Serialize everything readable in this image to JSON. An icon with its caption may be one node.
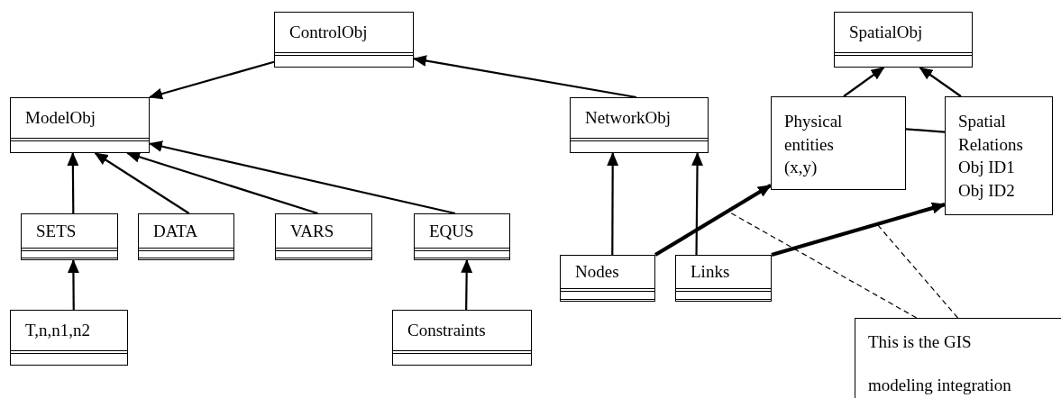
{
  "diagram": {
    "nodes": [
      {
        "text": [
          "ControlObj"
        ]
      },
      {
        "text": [
          "SpatialObj"
        ]
      },
      {
        "text": [
          "ModelObj"
        ]
      },
      {
        "text": [
          "NetworkObj"
        ]
      },
      {
        "text": [
          "Physical entities (x,y)"
        ]
      },
      {
        "text": [
          "Spatial Relations",
          "Obj ID1 Obj ID2"
        ]
      },
      {
        "text": [
          "SETS"
        ]
      },
      {
        "text": [
          "DATA"
        ]
      },
      {
        "text": [
          "VARS"
        ]
      },
      {
        "text": [
          "EQUS"
        ]
      },
      {
        "text": [
          "Nodes"
        ]
      },
      {
        "text": [
          "Links"
        ]
      },
      {
        "text": [
          "T,n,n1,n2"
        ]
      },
      {
        "text": [
          "Constraints"
        ]
      },
      {
        "text": [
          "This is the GIS modeling integration"
        ]
      }
    ],
    "edges": [
      {
        "from": 0,
        "to": 2,
        "arrow": "to"
      },
      {
        "from": 3,
        "to": 0,
        "arrow": "to"
      },
      {
        "from": 6,
        "to": 2,
        "arrow": "to"
      },
      {
        "from": 7,
        "to": 2,
        "arrow": "to"
      },
      {
        "from": 8,
        "to": 2,
        "arrow": "to"
      },
      {
        "from": 9,
        "to": 2,
        "arrow": "to"
      },
      {
        "from": 12,
        "to": 6,
        "arrow": "to"
      },
      {
        "from": 13,
        "to": 9,
        "arrow": "to"
      },
      {
        "from": 10,
        "to": 3,
        "arrow": "to"
      },
      {
        "from": 11,
        "to": 3,
        "arrow": "to"
      },
      {
        "from": 4,
        "to": 1,
        "arrow": "to"
      },
      {
        "from": 5,
        "to": 1,
        "arrow": "to"
      },
      {
        "from": 10,
        "to": 4,
        "arrow": "to",
        "style": "thick"
      },
      {
        "from": 11,
        "to": 5,
        "arrow": "to",
        "style": "thick"
      },
      {
        "from": 4,
        "to": 5,
        "arrow": "none"
      },
      {
        "from": 14,
        "to": null,
        "arrow": "none",
        "style": "dashed"
      },
      {
        "from": 14,
        "to": null,
        "arrow": "none",
        "style": "dashed"
      }
    ]
  }
}
